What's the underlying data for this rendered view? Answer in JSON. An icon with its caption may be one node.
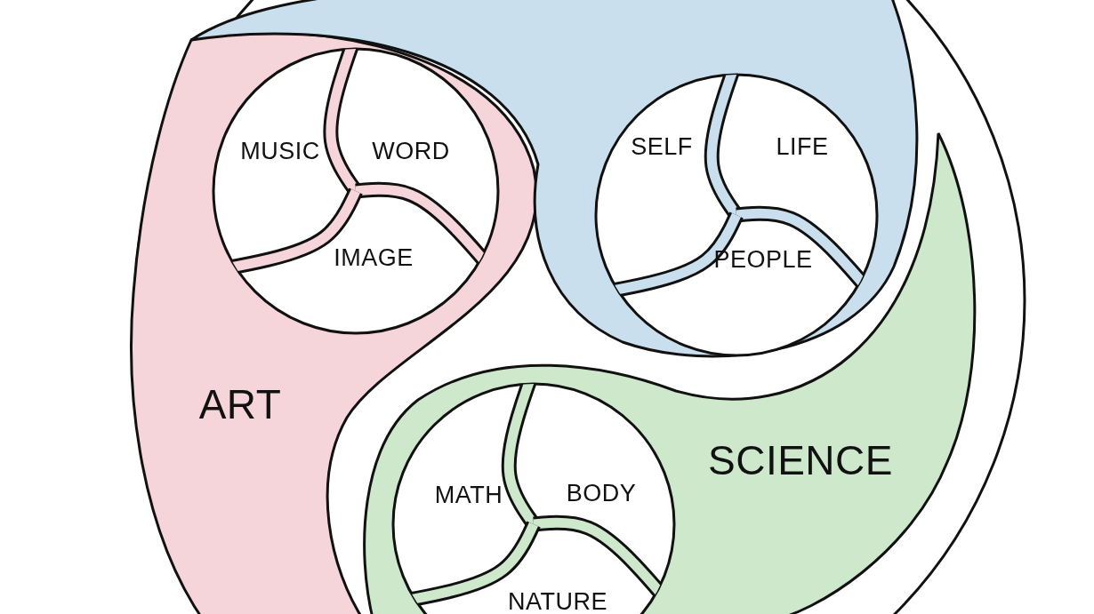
{
  "diagram": {
    "nodes": [
      {
        "text": [],
        "shape": "circle"
      },
      {
        "text": [
          "ART"
        ],
        "in": 0
      },
      {
        "text": [
          "MUSIC"
        ],
        "in": 1
      },
      {
        "text": [
          "WORD"
        ],
        "in": 1
      },
      {
        "text": [
          "IMAGE"
        ],
        "in": 1
      },
      {
        "text": [],
        "shape": "blob",
        "in": 0
      },
      {
        "text": [
          "SELF"
        ],
        "in": 5
      },
      {
        "text": [
          "LIFE"
        ],
        "in": 5
      },
      {
        "text": [
          "PEOPLE"
        ],
        "in": 5
      },
      {
        "text": [
          "SCIENCE"
        ],
        "in": 0
      },
      {
        "text": [
          "MATH"
        ],
        "in": 9
      },
      {
        "text": [
          "BODY"
        ],
        "in": 9
      },
      {
        "text": [
          "NATURE"
        ],
        "in": 9
      }
    ]
  }
}
